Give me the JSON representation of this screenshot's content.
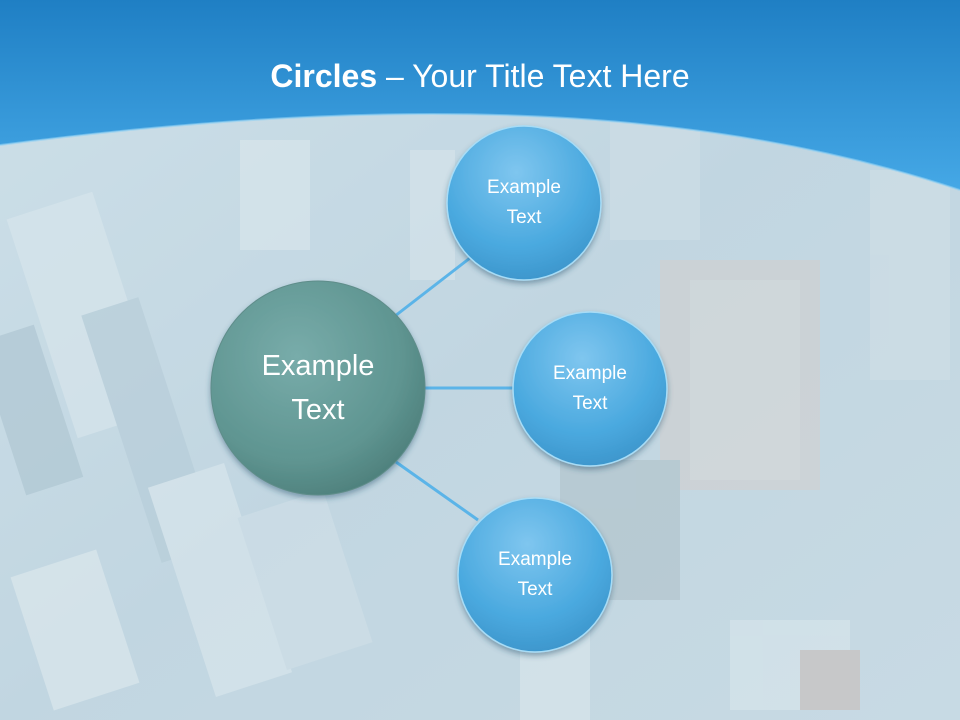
{
  "slide": {
    "title_bold": "Circles",
    "title_dash": " – ",
    "title_rest": "Your Title Text Here"
  },
  "colors": {
    "header_top": "#1f7fc4",
    "header_bottom": "#45a8e6",
    "center_circle": "#5f9591",
    "outer_circle": "#49a9de",
    "connector": "#5bb4e8",
    "background_tint": "#c9dce6"
  },
  "center_node": {
    "label": "Example\nText"
  },
  "outer_nodes": [
    {
      "label": "Example\nText"
    },
    {
      "label": "Example\nText"
    },
    {
      "label": "Example\nText"
    }
  ]
}
